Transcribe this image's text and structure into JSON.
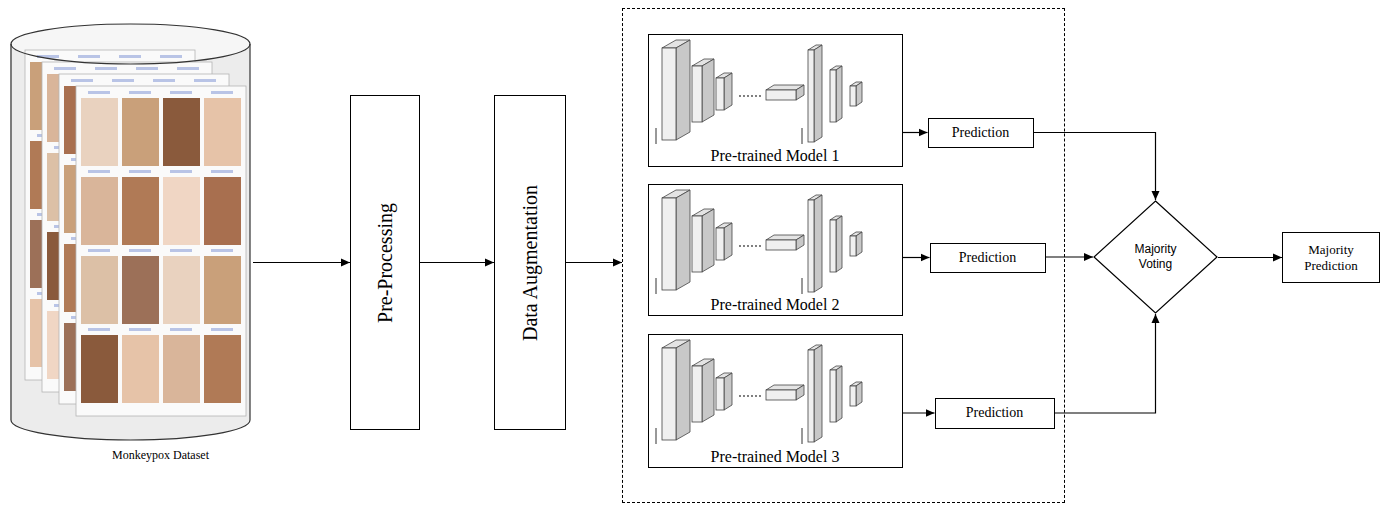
{
  "diagram": {
    "nodes": [
      {
        "text": [
          "Monkeypox Dataset"
        ]
      },
      {
        "text": [
          "Pre-Processing"
        ]
      },
      {
        "text": [
          "Data Augmentation"
        ]
      },
      {
        "text": []
      },
      {
        "text": [
          "Pre-trained Model 1"
        ],
        "in": 3
      },
      {
        "text": [
          "Prediction"
        ],
        "in": 3
      },
      {
        "text": [
          "Pre-trained Model 2"
        ],
        "in": 3
      },
      {
        "text": [
          "Prediction"
        ],
        "in": 3
      },
      {
        "text": [
          "Pre-trained Model 3"
        ],
        "in": 3
      },
      {
        "text": [
          "Prediction"
        ],
        "in": 3
      },
      {
        "text": [
          "Majority Voting"
        ]
      },
      {
        "text": [
          "Majority Prediction"
        ]
      }
    ],
    "edges": [
      {
        "from": 0,
        "to": 1,
        "arrow": "to"
      },
      {
        "from": 1,
        "to": 2,
        "arrow": "to"
      },
      {
        "from": 2,
        "to": 3,
        "arrow": "to"
      },
      {
        "from": 4,
        "to": 5,
        "arrow": "to"
      },
      {
        "from": 6,
        "to": 7,
        "arrow": "to"
      },
      {
        "from": 8,
        "to": 9,
        "arrow": "to"
      },
      {
        "from": 5,
        "to": 10,
        "arrow": "to"
      },
      {
        "from": 7,
        "to": 10,
        "arrow": "to"
      },
      {
        "from": 9,
        "to": 10,
        "arrow": "to"
      },
      {
        "from": 10,
        "to": 11,
        "arrow": "to"
      }
    ]
  }
}
